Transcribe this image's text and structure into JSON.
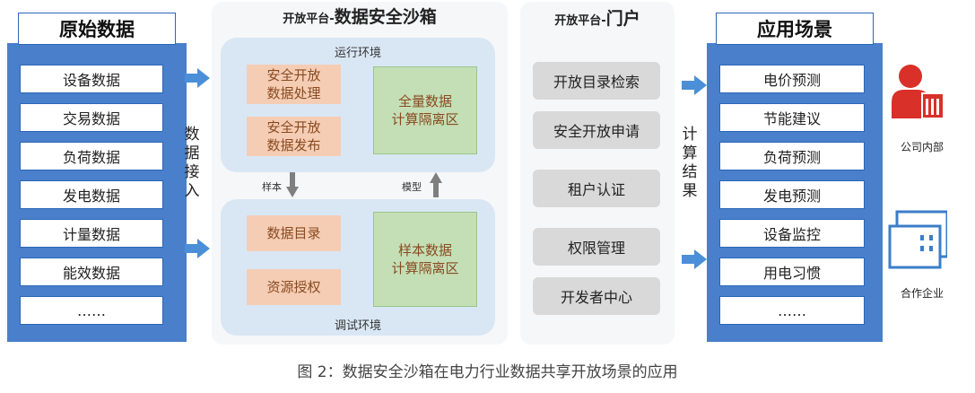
{
  "raw_data": {
    "title": "原始数据",
    "items": [
      "设备数据",
      "交易数据",
      "负荷数据",
      "发电数据",
      "计量数据",
      "能效数据",
      "……"
    ]
  },
  "data_access": "数据接入",
  "sandbox": {
    "title_prefix": "开放平台-",
    "title_main": "数据安全沙箱",
    "run_env": {
      "label": "运行环境",
      "box1": "安全开放\n数据处理",
      "box2": "安全开放\n数据发布",
      "green": "全量数据\n计算隔离区"
    },
    "debug_env": {
      "label": "调试环境",
      "box1": "数据目录",
      "box2": "资源授权",
      "green": "样本数据\n计算隔离区"
    },
    "sample_label": "样本",
    "model_label": "模型"
  },
  "portal": {
    "title_prefix": "开放平台-",
    "title_main": "门户",
    "items": [
      "开放目录检索",
      "安全开放申请",
      "租户认证",
      "权限管理",
      "开发者中心"
    ]
  },
  "calc_result": "计算结果",
  "app_scenes": {
    "title": "应用场景",
    "items": [
      "电价预测",
      "节能建议",
      "负荷预测",
      "发电预测",
      "设备监控",
      "用电习惯",
      "……"
    ]
  },
  "users": {
    "internal": "公司内部",
    "partner": "合作企业"
  },
  "caption": "图 2：数据安全沙箱在电力行业数据共享开放场景的应用",
  "colors": {
    "blue_col": "#4a7fcb",
    "arrow": "#4a8fd8",
    "red_icon": "#d9302a",
    "partner_icon": "#3b7ec9"
  }
}
